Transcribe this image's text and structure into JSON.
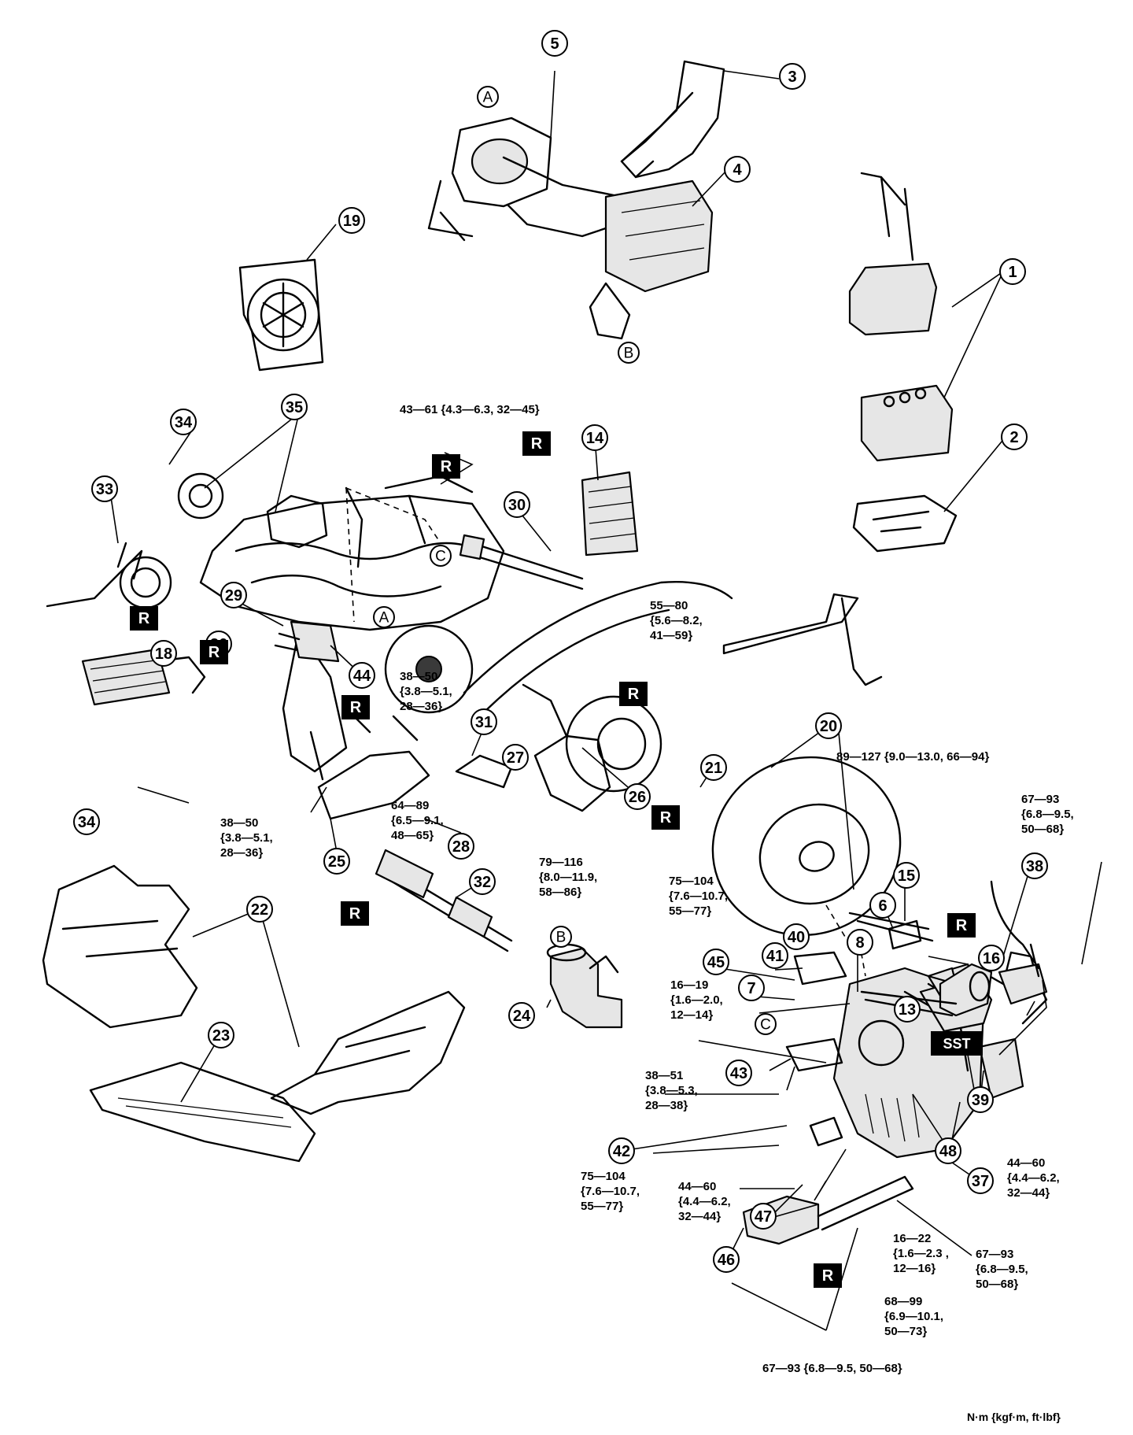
{
  "callouts": [
    "1",
    "2",
    "3",
    "4",
    "5",
    "6",
    "7",
    "8",
    "13",
    "14",
    "15",
    "16",
    "18",
    "19",
    "20",
    "21",
    "22",
    "23",
    "24",
    "25",
    "26",
    "27",
    "28",
    "29",
    "30",
    "31",
    "32",
    "33",
    "34",
    "35",
    "36",
    "37",
    "38",
    "39",
    "40",
    "41",
    "42",
    "43",
    "44",
    "45",
    "46",
    "47",
    "48"
  ],
  "reference_letters": [
    "A",
    "B",
    "C"
  ],
  "replace_mark": "R",
  "special_tool_mark": "SST",
  "torque": {
    "t30": "43—61 {4.3—6.3, 32—45}",
    "t44": [
      "38—50",
      "{3.8—5.1,",
      "28—36}"
    ],
    "t25": [
      "38—50",
      "{3.8—5.1,",
      "28—36}"
    ],
    "t28": [
      "64—89",
      "{6.5—9.1,",
      "48—65}"
    ],
    "t26a": [
      "55—80",
      "{5.6—8.2,",
      "41—59}"
    ],
    "t26b": [
      "79—116",
      "{8.0—11.9,",
      "58—86}"
    ],
    "t20": "89—127 {9.0—13.0, 66—94}",
    "t38": [
      "67—93",
      "{6.8—9.5,",
      "50—68}"
    ],
    "t40": [
      "75—104",
      "{7.6—10.7,",
      "55—77}"
    ],
    "t7": [
      "16—19",
      "{1.6—2.0,",
      "12—14}"
    ],
    "t43": [
      "38—51",
      "{3.8—5.3,",
      "28—38}"
    ],
    "t42": [
      "75—104",
      "{7.6—10.7,",
      "55—77}"
    ],
    "t47": [
      "44—60",
      "{4.4—6.2,",
      "32—44}"
    ],
    "t48": [
      "16—22",
      "{1.6—2.3 ,",
      "12—16}"
    ],
    "t39": [
      "44—60",
      "{4.4—6.2,",
      "32—44}"
    ],
    "t37": [
      "67—93",
      "{6.8—9.5,",
      "50—68}"
    ],
    "t46a": [
      "68—99",
      "{6.9—10.1,",
      "50—73}"
    ],
    "t46b": "67—93 {6.8—9.5, 50—68}"
  },
  "units_legend": "N·m {kgf·m, ft·lbf}"
}
